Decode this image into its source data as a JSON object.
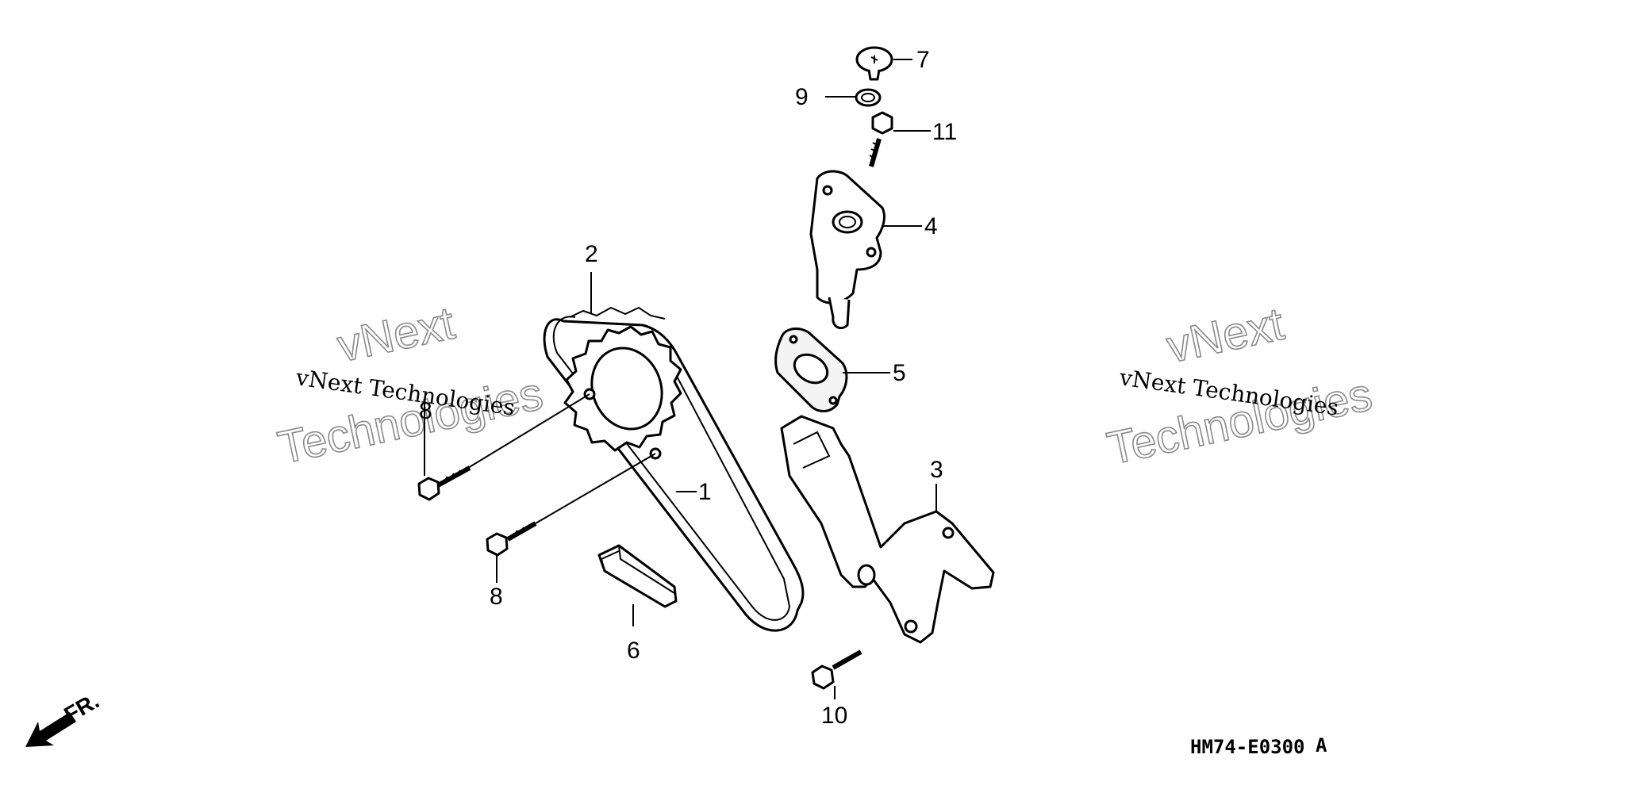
{
  "callouts": {
    "p1": "1",
    "p2": "2",
    "p3": "3",
    "p4": "4",
    "p5": "5",
    "p6": "6",
    "p7": "7",
    "p8a": "8",
    "p8b": "8",
    "p9": "9",
    "p10": "10",
    "p11": "11"
  },
  "watermark": {
    "small_text": "vNext Technologies",
    "big_line1": "vNext",
    "big_line2": "Technologies"
  },
  "diagram_code": "HM74-E0300",
  "diagram_rev": "A",
  "direction_label": "FR."
}
